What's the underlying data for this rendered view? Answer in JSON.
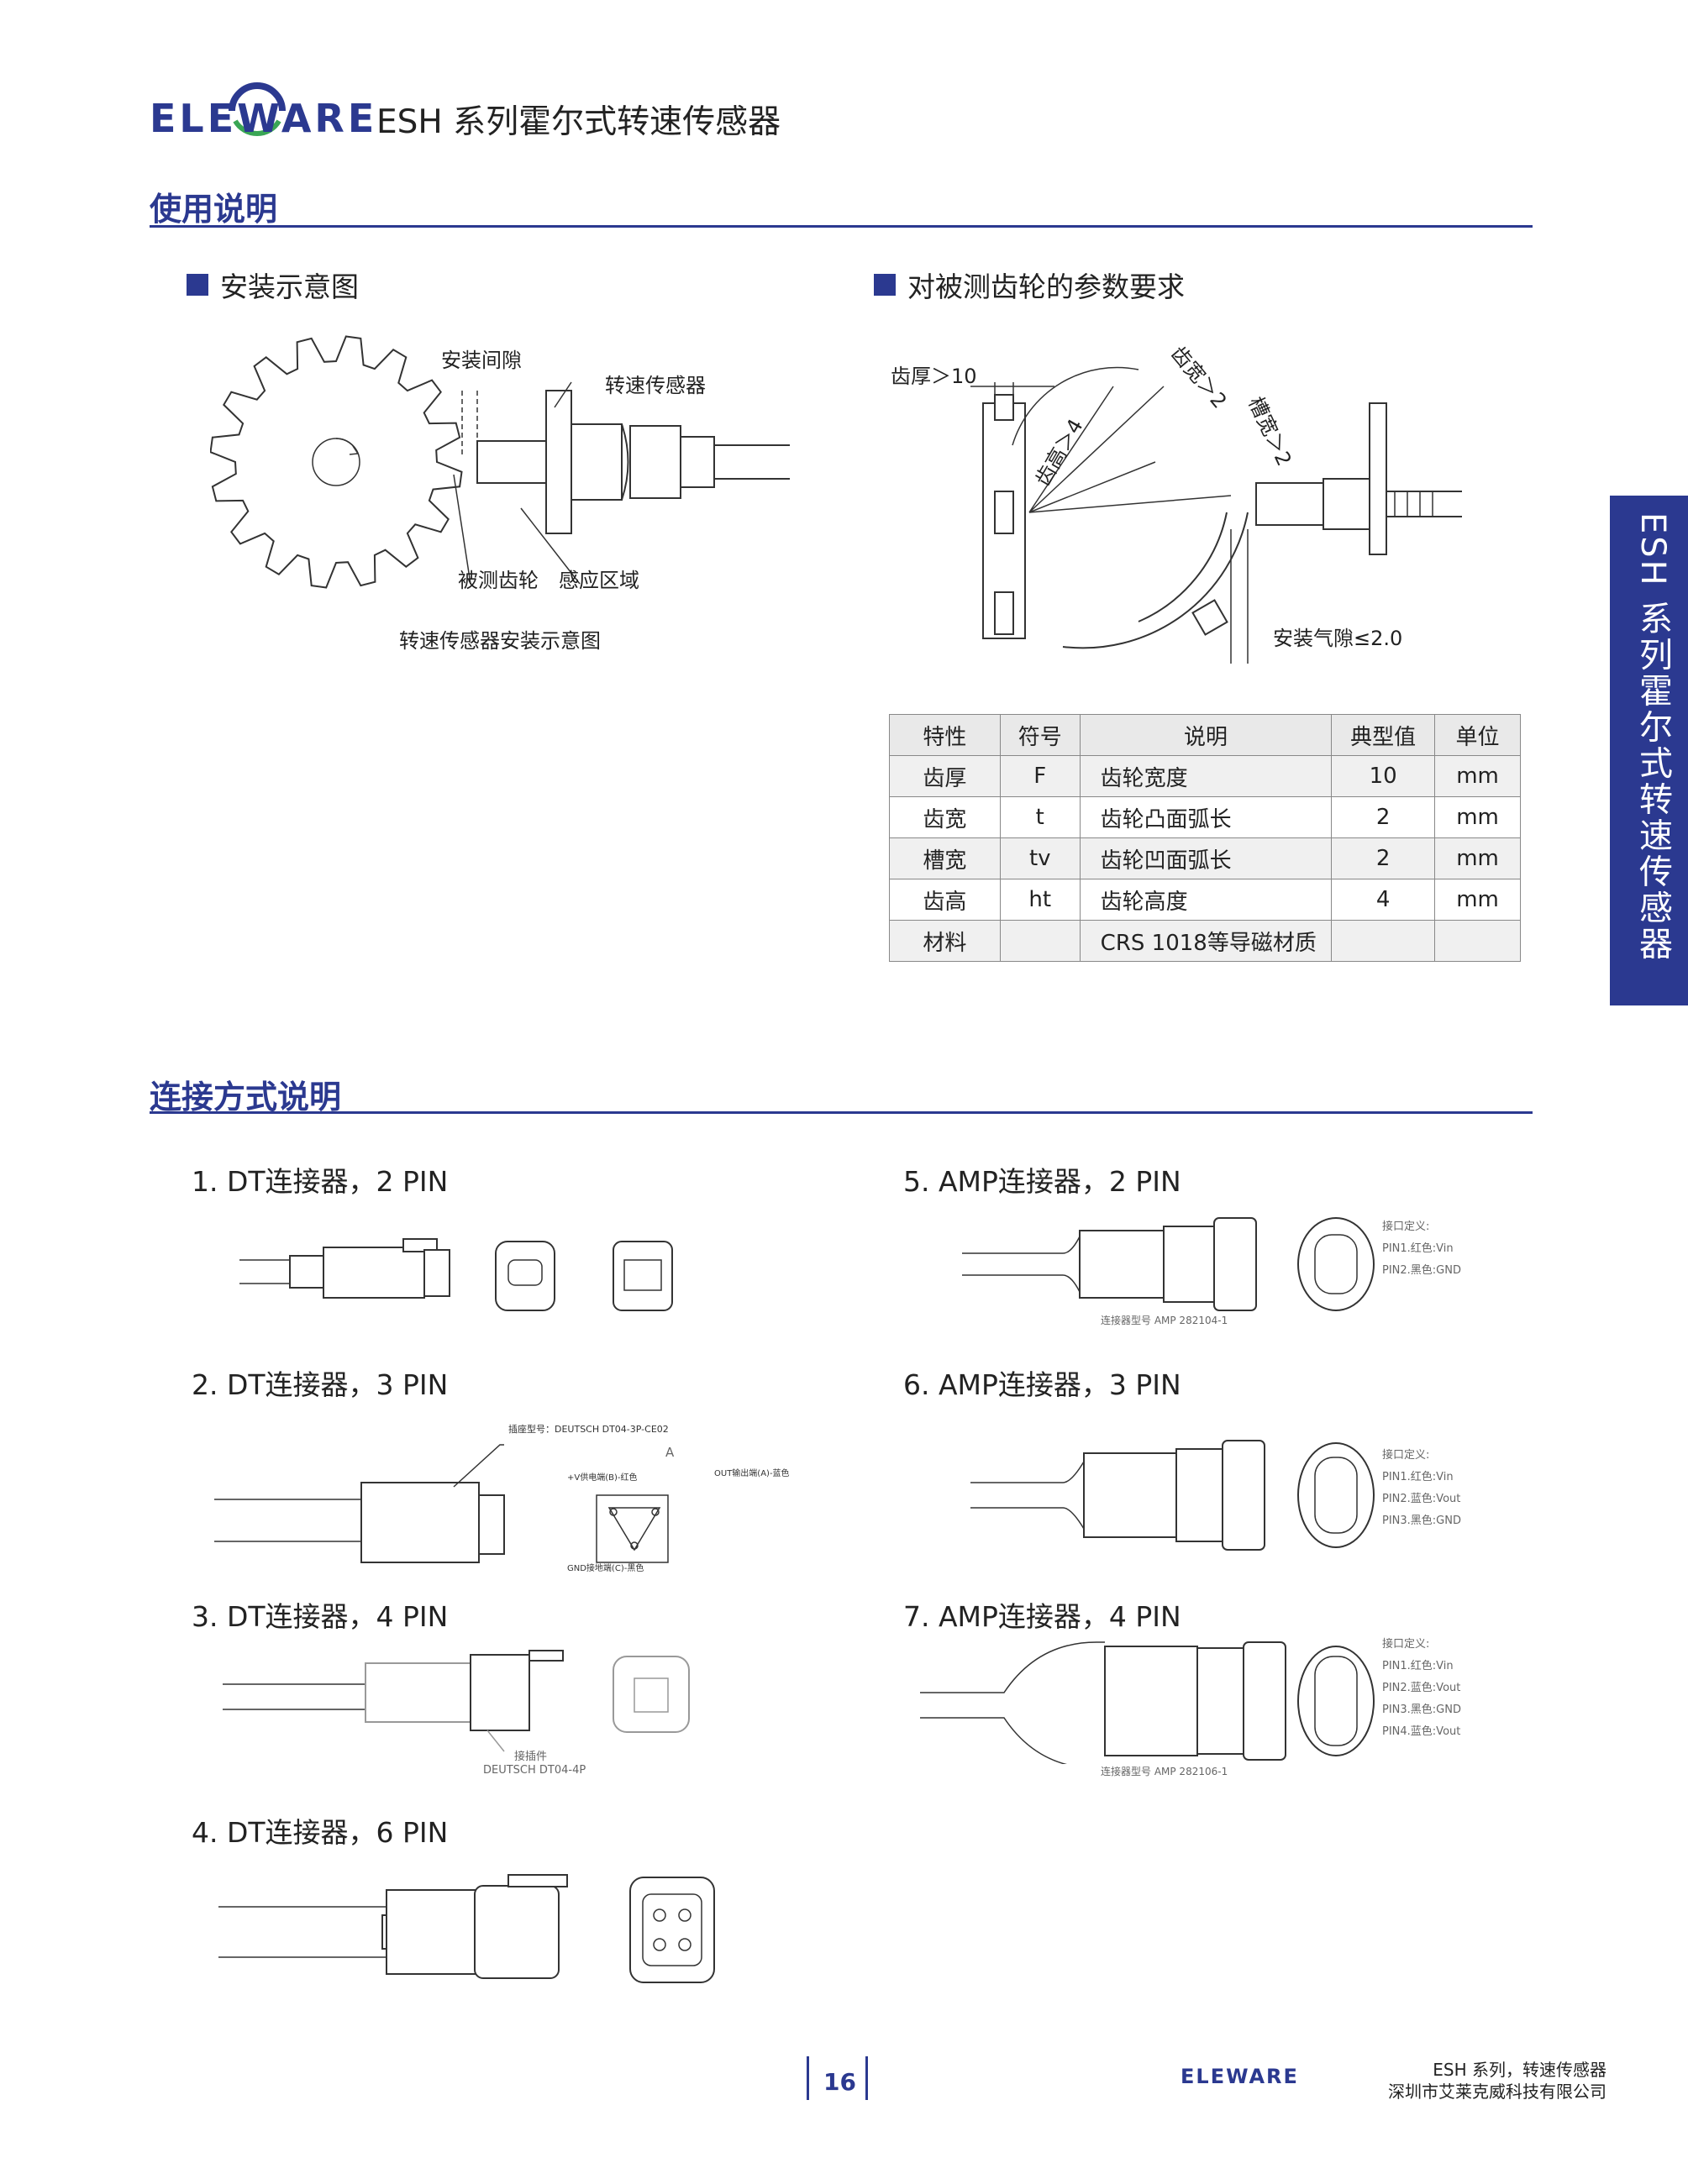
{
  "header": {
    "logo_text": "ELEWARE",
    "title": "ESH 系列霍尔式转速传感器"
  },
  "side_tab": {
    "label": "ESH 系列霍尔式转速传感器"
  },
  "usage": {
    "title": "使用说明",
    "install_heading": "安装示意图",
    "gear_req_heading": "对被测齿轮的参数要求",
    "install_diagram": {
      "gap_label": "安装间隙",
      "sensor_label": "转速传感器",
      "gear_label": "被测齿轮",
      "zone_label": "感应区域",
      "caption": "转速传感器安装示意图"
    },
    "gear_diagram": {
      "thickness_label": "齿厚＞10",
      "height_label": "齿高＞4",
      "tooth_width_label": "齿宽＞2",
      "slot_width_label": "槽宽＞2",
      "air_gap_label": "安装气隙≤2.0"
    },
    "table": {
      "headers": [
        "特性",
        "符号",
        "说明",
        "典型值",
        "单位"
      ],
      "rows": [
        [
          "齿厚",
          "F",
          "齿轮宽度",
          "10",
          "mm"
        ],
        [
          "齿宽",
          "t",
          "齿轮凸面弧长",
          "2",
          "mm"
        ],
        [
          "槽宽",
          "tv",
          "齿轮凹面弧长",
          "2",
          "mm"
        ],
        [
          "齿高",
          "ht",
          "齿轮高度",
          "4",
          "mm"
        ],
        [
          "材料",
          "",
          "CRS 1018等导磁材质",
          "",
          ""
        ]
      ]
    }
  },
  "connection": {
    "title": "连接方式说明",
    "items": [
      {
        "title": "1. DT连接器，2 PIN"
      },
      {
        "title": "2. DT连接器，3 PIN",
        "callout": "插座型号：DEUTSCH DT04-3P-CE02",
        "face_top": "A",
        "face_left": "+V供电端(B)-红色",
        "face_right": "OUT输出端(A)-蓝色",
        "face_bottom": "GND接地端(C)-黑色"
      },
      {
        "title": "3. DT连接器，4 PIN",
        "callout_1": "接插件",
        "callout_2": "DEUTSCH DT04-4P"
      },
      {
        "title": "4. DT连接器，6 PIN"
      },
      {
        "title": "5.  AMP连接器，2 PIN",
        "caption": "连接器型号 AMP 282104-1",
        "pin_heading": "接口定义:",
        "pins": [
          "PIN1.红色:Vin",
          "PIN2.黑色:GND"
        ]
      },
      {
        "title": "6. AMP连接器，3 PIN",
        "pin_heading": "接口定义:",
        "pins": [
          "PIN1.红色:Vin",
          "PIN2.蓝色:Vout",
          "PIN3.黑色:GND"
        ]
      },
      {
        "title": "7. AMP连接器，4 PIN",
        "caption": "连接器型号 AMP 282106-1",
        "pin_heading": "接口定义:",
        "pins": [
          "PIN1.红色:Vin",
          "PIN2.蓝色:Vout",
          "PIN3.黑色:GND",
          "PIN4.蓝色:Vout"
        ]
      }
    ]
  },
  "footer": {
    "page_number": "16",
    "logo_text": "ELEWARE",
    "line1": "ESH 系列，转速传感器",
    "line2": "深圳市艾莱克威科技有限公司"
  }
}
